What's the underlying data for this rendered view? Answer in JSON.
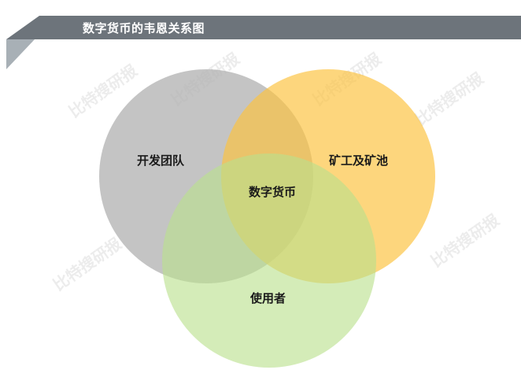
{
  "header": {
    "title": "数字货币的韦恩关系图",
    "band_color": "#6d747b",
    "tab_color": "#a8b0b6"
  },
  "venn": {
    "sets": [
      {
        "label": "开发团队",
        "color": "#b3b3b3"
      },
      {
        "label": "矿工及矿池",
        "color": "#fcc33f"
      },
      {
        "label": "使用者",
        "color": "#b9e08c"
      }
    ],
    "intersection_label": "数字货币"
  },
  "watermark": {
    "text": "比特搜研报"
  }
}
